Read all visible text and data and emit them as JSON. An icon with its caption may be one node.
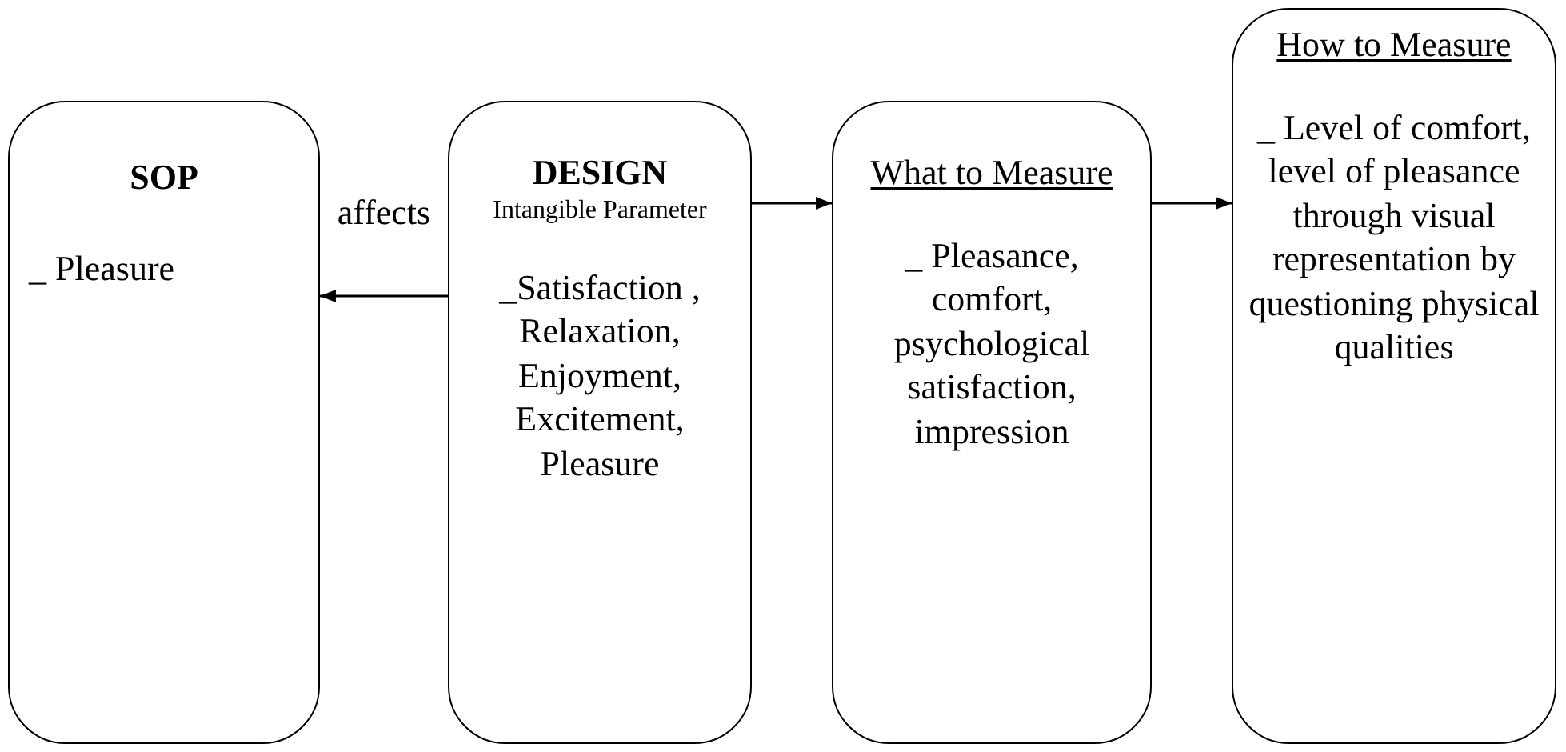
{
  "diagram": {
    "nodes": [
      {
        "text": [
          "SOP",
          "_ Pleasure"
        ]
      },
      {
        "text": [
          "DESIGN",
          "Intangible Parameter",
          "_Satisfaction , Relaxation, Enjoyment, Excitement, Pleasure"
        ]
      },
      {
        "text": [
          "What to Measure",
          "_ Pleasance, comfort, psychological satisfaction, impression"
        ]
      },
      {
        "text": [
          "How to Measure",
          "_ Level of comfort, level of pleasance through visual representation by questioning physical qualities"
        ]
      }
    ],
    "edges": [
      {
        "from": 1,
        "to": 0,
        "arrow": "to",
        "label": "affects"
      },
      {
        "from": 1,
        "to": 2,
        "arrow": "to"
      },
      {
        "from": 2,
        "to": 3,
        "arrow": "to"
      }
    ]
  }
}
